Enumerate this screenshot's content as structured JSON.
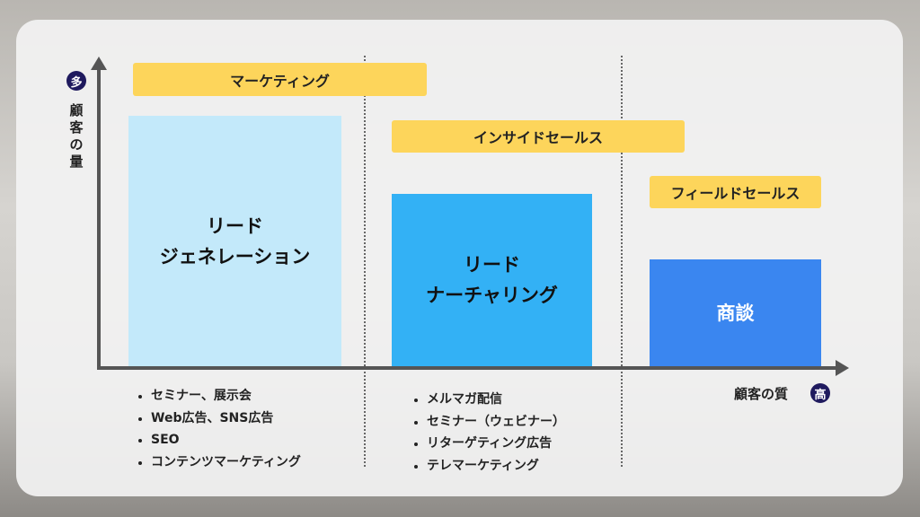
{
  "axes": {
    "y_label": "顧客の量",
    "y_badge": "多",
    "x_label": "顧客の質",
    "x_badge": "高"
  },
  "phases": [
    {
      "label": "マーケティング"
    },
    {
      "label": "インサイドセールス"
    },
    {
      "label": "フィールドセールス"
    }
  ],
  "stages": [
    {
      "label": "リード\nジェネレーション",
      "relative_volume": 1.0,
      "color": "#c3e9fa"
    },
    {
      "label": "リード\nナーチャリング",
      "relative_volume": 0.69,
      "color": "#33b1f5"
    },
    {
      "label": "商談",
      "relative_volume": 0.43,
      "color": "#3a86f0"
    }
  ],
  "lists": [
    [
      "セミナー、展示会",
      "Web広告、SNS広告",
      "SEO",
      "コンテンツマーケティング"
    ],
    [
      "メルマガ配信",
      "セミナー（ウェビナー）",
      "リターゲティング広告",
      "テレマーケティング"
    ]
  ]
}
